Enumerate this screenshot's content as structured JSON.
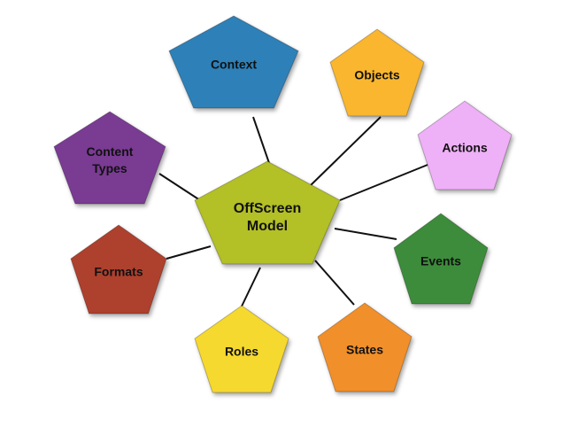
{
  "center": {
    "lines": [
      "OffScreen",
      "Model"
    ],
    "color": "#b3c026"
  },
  "nodes": [
    {
      "id": "context",
      "lines": [
        "Context"
      ],
      "color": "#2e80b8"
    },
    {
      "id": "objects",
      "lines": [
        "Objects"
      ],
      "color": "#f9b62e"
    },
    {
      "id": "actions",
      "lines": [
        "Actions"
      ],
      "color": "#eeb0f6"
    },
    {
      "id": "events",
      "lines": [
        "Events"
      ],
      "color": "#3c8c3a"
    },
    {
      "id": "states",
      "lines": [
        "States"
      ],
      "color": "#f18f2b"
    },
    {
      "id": "roles",
      "lines": [
        "Roles"
      ],
      "color": "#f6d92e"
    },
    {
      "id": "formats",
      "lines": [
        "Formats"
      ],
      "color": "#ae3f2e"
    },
    {
      "id": "content-types",
      "lines": [
        "Content",
        "Types"
      ],
      "color": "#7a3b93"
    }
  ]
}
